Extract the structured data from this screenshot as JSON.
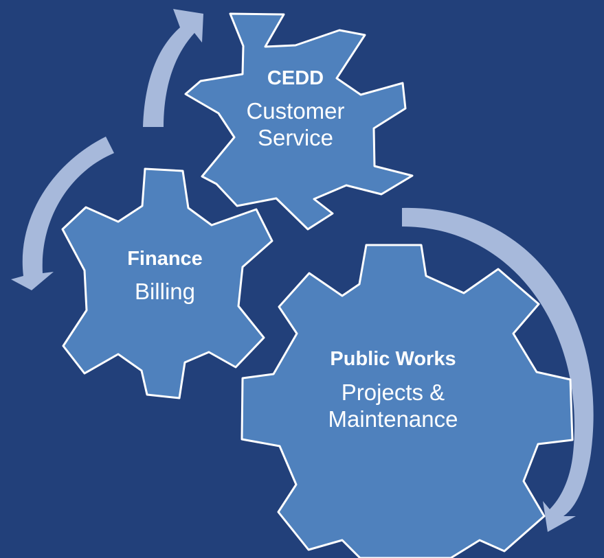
{
  "colors": {
    "background": "#22407A",
    "gear_fill": "#4F81BD",
    "gear_stroke": "#FFFFFF",
    "arrow_fill": "#A7B9DB",
    "text": "#FFFFFF"
  },
  "gears": [
    {
      "id": "cedd",
      "title": "CEDD",
      "subtitle_lines": [
        "Customer",
        "Service"
      ]
    },
    {
      "id": "finance",
      "title": "Finance",
      "subtitle_lines": [
        "Billing"
      ]
    },
    {
      "id": "public-works",
      "title": "Public Works",
      "subtitle_lines": [
        "Projects &",
        "Maintenance"
      ]
    }
  ],
  "arrow_icons": [
    "circular-arrow-icon",
    "circular-arrow-icon",
    "circular-arrow-icon"
  ]
}
